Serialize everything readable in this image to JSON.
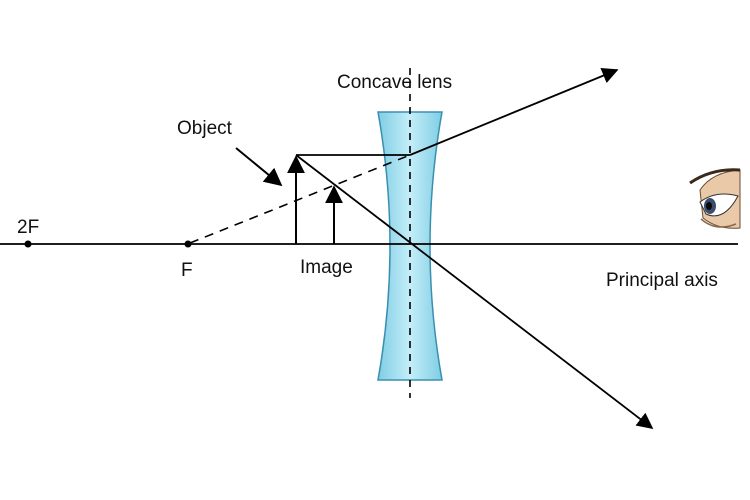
{
  "labels": {
    "lens": "Concave lens",
    "object": "Object",
    "image": "Image",
    "focal_point": "F",
    "double_focal_point": "2F",
    "principal_axis": "Principal axis"
  },
  "colors": {
    "lens_fill": "#9fdcec",
    "lens_stroke": "#3a8fb0",
    "line": "#000000",
    "eye_skin": "#e9c9a8",
    "eye_iris": "#3b4f6b"
  },
  "icons": {
    "observer": "eye-icon"
  }
}
